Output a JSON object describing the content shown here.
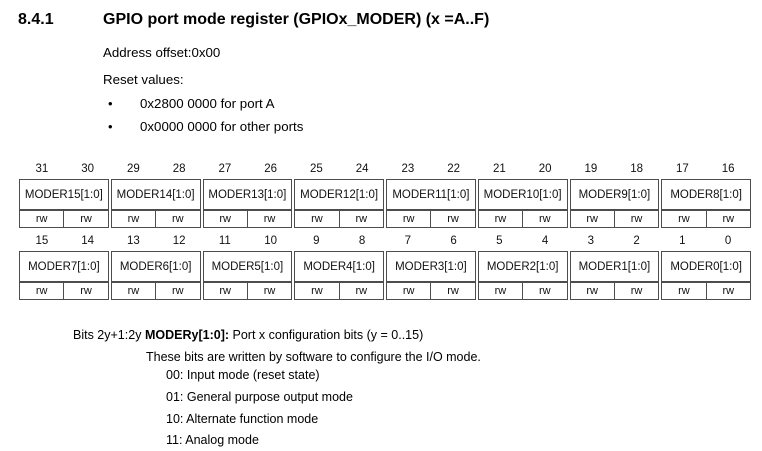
{
  "section": {
    "number": "8.4.1",
    "title": "GPIO port mode register (GPIOx_MODER) (x =A..F)"
  },
  "intro": {
    "address_offset": "Address offset:0x00",
    "reset_values_label": "Reset values:",
    "bullet_glyph": "•",
    "reset_values": [
      "0x2800 0000 for port A",
      "0x0000 0000 for other ports"
    ]
  },
  "register_table": {
    "access_label": "rw",
    "border_color": "#4d4d4d",
    "halves": [
      {
        "bits": [
          "31",
          "30",
          "29",
          "28",
          "27",
          "26",
          "25",
          "24",
          "23",
          "22",
          "21",
          "20",
          "19",
          "18",
          "17",
          "16"
        ],
        "fields": [
          "MODER15[1:0]",
          "MODER14[1:0]",
          "MODER13[1:0]",
          "MODER12[1:0]",
          "MODER11[1:0]",
          "MODER10[1:0]",
          "MODER9[1:0]",
          "MODER8[1:0]"
        ]
      },
      {
        "bits": [
          "15",
          "14",
          "13",
          "12",
          "11",
          "10",
          "9",
          "8",
          "7",
          "6",
          "5",
          "4",
          "3",
          "2",
          "1",
          "0"
        ],
        "fields": [
          "MODER7[1:0]",
          "MODER6[1:0]",
          "MODER5[1:0]",
          "MODER4[1:0]",
          "MODER3[1:0]",
          "MODER2[1:0]",
          "MODER1[1:0]",
          "MODER0[1:0]"
        ]
      }
    ]
  },
  "description": {
    "bits_label": "Bits 2y+1:2y",
    "term": "MODERy[1:0]:",
    "term_description": " Port x configuration bits (y = 0..15)",
    "line2": "These bits are written by software to configure the I/O mode.",
    "values": [
      "00: Input mode (reset state)",
      "01: General purpose output mode",
      "10: Alternate function mode",
      "11: Analog mode"
    ]
  }
}
